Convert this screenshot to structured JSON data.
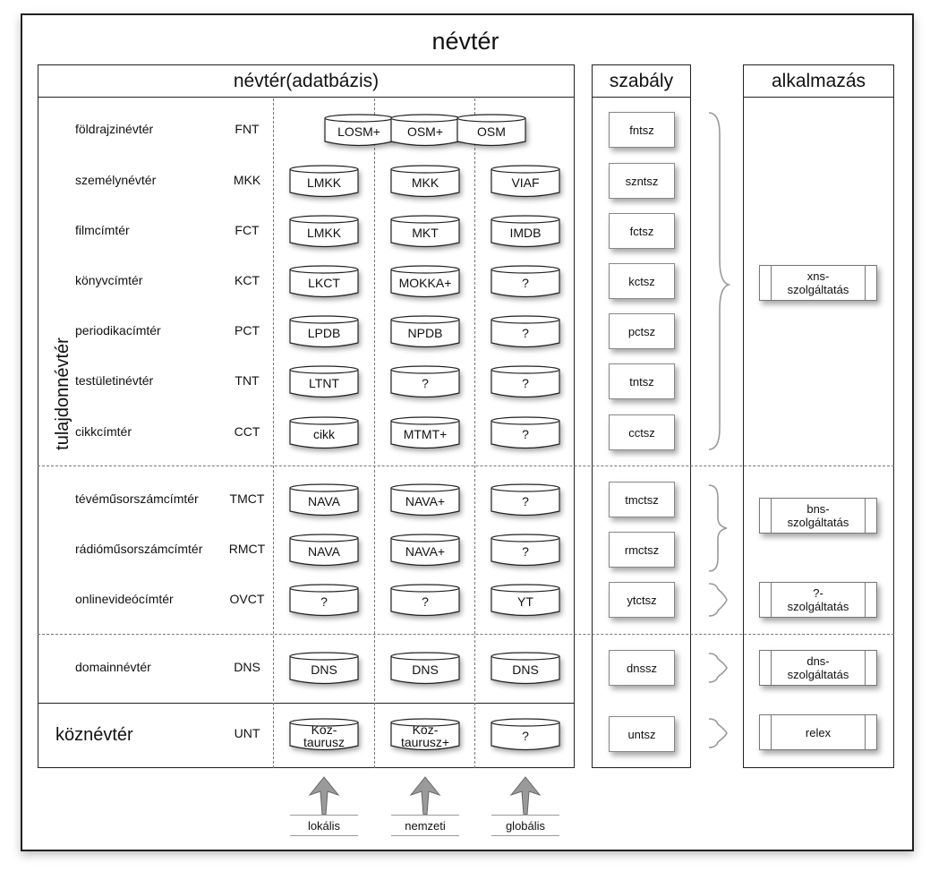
{
  "title": "névtér",
  "sections": {
    "database": "névtér(adatbázis)",
    "rules": "szabály",
    "application": "alkalmazás"
  },
  "group_labels": {
    "proper": "tulajdonnévtér",
    "common": "köznévtér"
  },
  "rows": [
    {
      "name": "földrajzinévtér",
      "abbr": "FNT",
      "local": "LOSM+",
      "national": "OSM+",
      "global": "OSM",
      "rule": "fntsz"
    },
    {
      "name": "személynévtér",
      "abbr": "MKK",
      "local": "LMKK",
      "national": "MKK",
      "global": "VIAF",
      "rule": "szntsz"
    },
    {
      "name": "filmcímtér",
      "abbr": "FCT",
      "local": "LMKK",
      "national": "MKT",
      "global": "IMDB",
      "rule": "fctsz"
    },
    {
      "name": "könyvcímtér",
      "abbr": "KCT",
      "local": "LKCT",
      "national": "MOKKA+",
      "global": "?",
      "rule": "kctsz"
    },
    {
      "name": "periodikacímtér",
      "abbr": "PCT",
      "local": "LPDB",
      "national": "NPDB",
      "global": "?",
      "rule": "pctsz"
    },
    {
      "name": "testületinévtér",
      "abbr": "TNT",
      "local": "LTNT",
      "national": "?",
      "global": "?",
      "rule": "tntsz"
    },
    {
      "name": "cikkcímtér",
      "abbr": "CCT",
      "local": "cikk",
      "national": "MTMT+",
      "global": "?",
      "rule": "cctsz"
    },
    {
      "name": "tévéműsorszámcímtér",
      "abbr": "TMCT",
      "local": "NAVA",
      "national": "NAVA+",
      "global": "?",
      "rule": "tmctsz"
    },
    {
      "name": "rádióműsorszámcímtér",
      "abbr": "RMCT",
      "local": "NAVA",
      "national": "NAVA+",
      "global": "?",
      "rule": "rmctsz"
    },
    {
      "name": "onlinevideócímtér",
      "abbr": "OVCT",
      "local": "?",
      "national": "?",
      "global": "YT",
      "rule": "ytctsz"
    },
    {
      "name": "domainnévtér",
      "abbr": "DNS",
      "local": "DNS",
      "national": "DNS",
      "global": "DNS",
      "rule": "dnssz"
    },
    {
      "name": "köznévtér",
      "abbr": "UNT",
      "local": "Köz-\ntaurusz",
      "national": "Köz-\ntaurusz+",
      "global": "?",
      "rule": "untsz"
    }
  ],
  "services": [
    {
      "label": "xns-\nszolgáltatás"
    },
    {
      "label": "bns-\nszolgáltatás"
    },
    {
      "label": "?-\nszolgáltatás"
    },
    {
      "label": "dns-\nszolgáltatás"
    },
    {
      "label": "relex"
    }
  ],
  "scopes": [
    "lokális",
    "nemzeti",
    "globális"
  ]
}
